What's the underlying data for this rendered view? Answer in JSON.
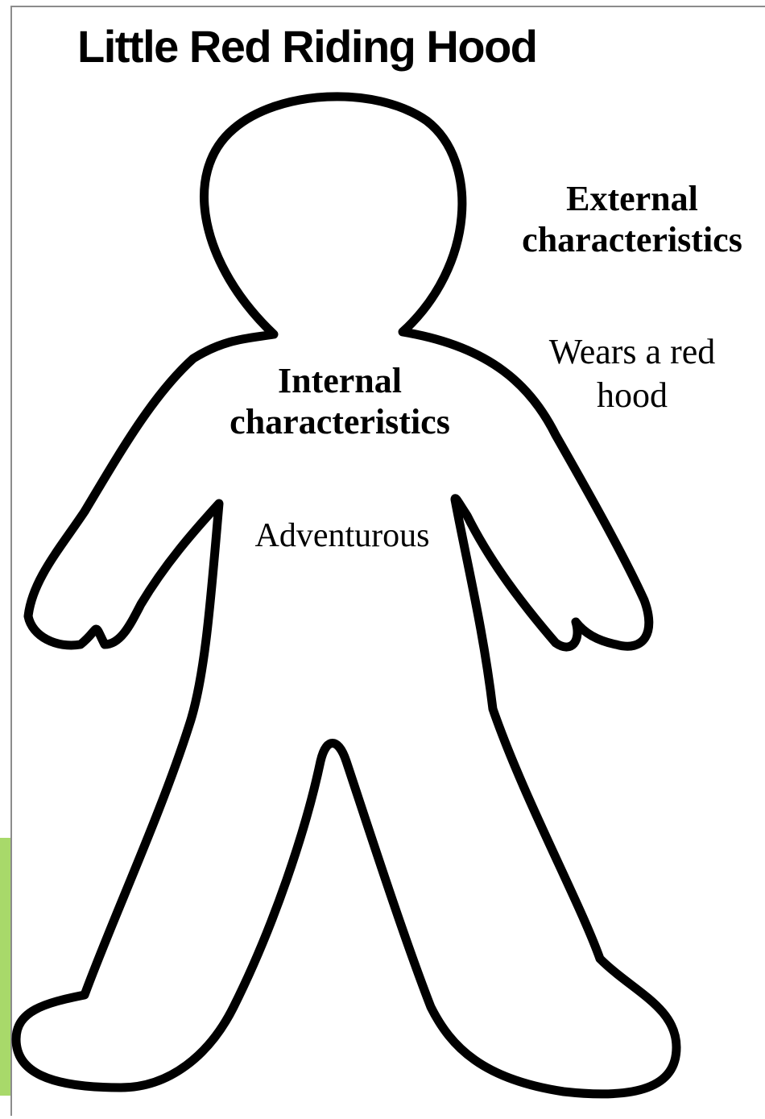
{
  "title": "Little Red Riding Hood",
  "external": {
    "heading": "External characteristics",
    "note": "Wears a red hood"
  },
  "internal": {
    "heading": "Internal characteristics",
    "note": "Adventurous"
  },
  "colors": {
    "outline": "#000000",
    "accent_strip": "#a8d96a",
    "border": "#8c8c8c"
  }
}
